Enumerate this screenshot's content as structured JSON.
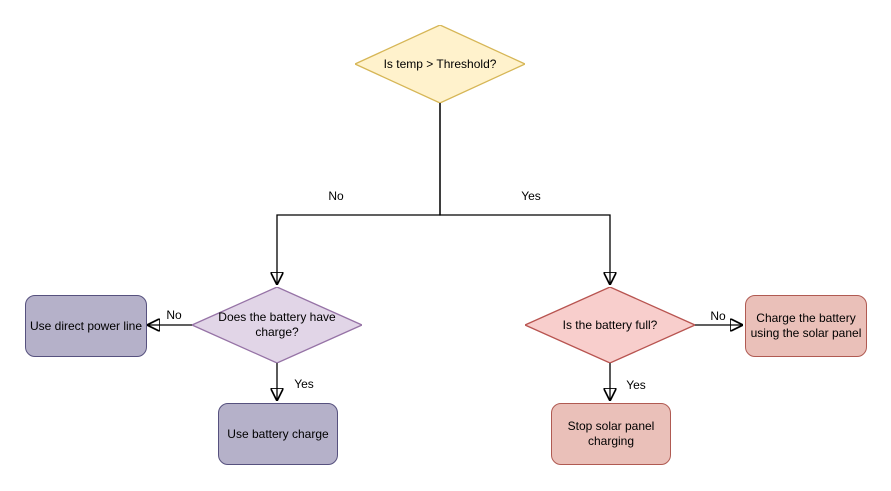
{
  "flowchart": {
    "nodes": {
      "temp_decision": {
        "label": "Is temp > Threshold?",
        "shape": "diamond",
        "fill": "#FFF2CC",
        "stroke": "#D6B656"
      },
      "battery_charge_decision": {
        "label": "Does the battery have charge?",
        "shape": "diamond",
        "fill": "#E1D5E7",
        "stroke": "#9673A6"
      },
      "battery_full_decision": {
        "label": "Is the battery full?",
        "shape": "diamond",
        "fill": "#F8CECC",
        "stroke": "#B85450"
      },
      "use_direct_power": {
        "label": "Use direct power line",
        "shape": "rounded-rect",
        "fill": "#B5B1C9",
        "stroke": "#56517E"
      },
      "use_battery_charge": {
        "label": "Use battery charge",
        "shape": "rounded-rect",
        "fill": "#B5B1C9",
        "stroke": "#56517E"
      },
      "charge_with_solar": {
        "label": "Charge the battery using the solar panel",
        "shape": "rounded-rect",
        "fill": "#EAC0B9",
        "stroke": "#B05A52"
      },
      "stop_solar_charging": {
        "label": "Stop solar panel charging",
        "shape": "rounded-rect",
        "fill": "#EAC0B9",
        "stroke": "#B05A52"
      }
    },
    "edge_labels": {
      "temp_no": "No",
      "temp_yes": "Yes",
      "charge_no": "No",
      "charge_yes": "Yes",
      "full_no": "No",
      "full_yes": "Yes"
    },
    "line_color": "#000000"
  }
}
